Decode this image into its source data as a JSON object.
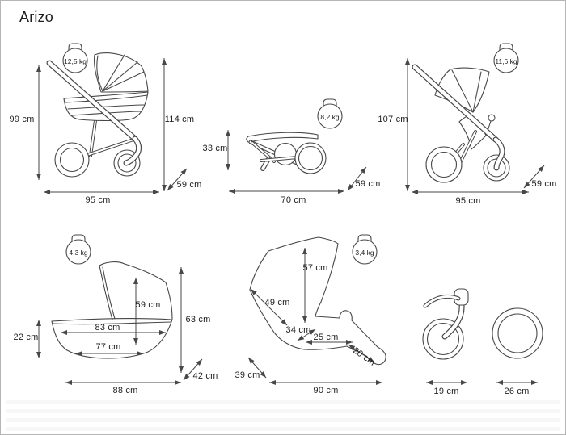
{
  "title": "Arizo",
  "colors": {
    "line": "#474747",
    "text": "#222222",
    "border": "#b5b5b5",
    "background": "#ffffff"
  },
  "diagrams": {
    "pram_with_carrycot": {
      "weight": "12,5 kg",
      "height_to_hood": "99 cm",
      "height_to_handle": "114 cm",
      "length": "95 cm",
      "width": "59 cm"
    },
    "folded_chassis": {
      "weight": "8,2 kg",
      "folded_height": "33 cm",
      "folded_length": "70 cm",
      "width": "59 cm"
    },
    "pushchair": {
      "weight": "11,6 kg",
      "height": "107 cm",
      "length": "95 cm",
      "width": "59 cm"
    },
    "carrycot": {
      "weight": "4,3 kg",
      "hood_height": "59 cm",
      "upper_length": "83 cm",
      "lower_length": "77 cm",
      "side_depth": "22 cm",
      "overall_height": "63 cm",
      "width": "42 cm",
      "overall_length": "88 cm"
    },
    "seat_unit": {
      "weight": "3,4 kg",
      "backrest_height": "57 cm",
      "backrest_length": "49 cm",
      "seat_depth": "34 cm",
      "seat_length": "25 cm",
      "legrest_length": "20 cm",
      "width": "39 cm",
      "overall_length": "90 cm"
    },
    "front_wheel": {
      "diameter": "19 cm"
    },
    "rear_wheel": {
      "diameter": "26 cm"
    }
  }
}
